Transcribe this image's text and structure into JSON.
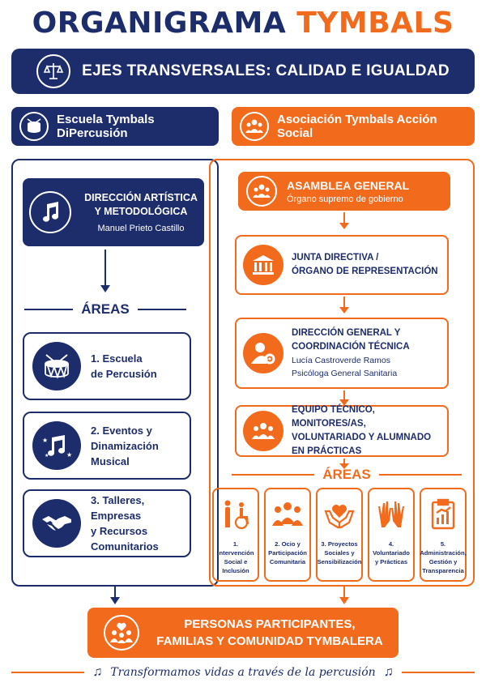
{
  "title": {
    "part1": "ORGANIGRAMA",
    "part2": "TYMBALS"
  },
  "banner": {
    "text": "EJES TRANSVERSALES: CALIDAD E IGUALDAD",
    "icon": "balance-scale-icon"
  },
  "left": {
    "header": "Escuela Tymbals DiPercusión",
    "header_icon": "drum-icon",
    "direction": {
      "line1": "DIRECCIÓN ARTÍSTICA",
      "line2": "Y METODOLÓGICA",
      "person": "Manuel Prieto Castillo",
      "icon": "music-note-icon"
    },
    "areas_label": "ÁREAS",
    "areas": [
      {
        "line1": "1. Escuela",
        "line2": "de Percusión",
        "line3": "",
        "icon": "snare-drum-icon"
      },
      {
        "line1": "2. Eventos y",
        "line2": "Dinamización",
        "line3": "Musical",
        "icon": "music-stars-icon"
      },
      {
        "line1": "3. Talleres, Empresas",
        "line2": "y Recursos",
        "line3": "Comunitarios",
        "icon": "handshake-icon"
      }
    ]
  },
  "right": {
    "header": "Asociación Tymbals Acción Social",
    "header_icon": "people-group-icon",
    "asamblea": {
      "title": "ASAMBLEA GENERAL",
      "subtitle": "Órgano supremo de gobierno"
    },
    "junta": {
      "line1": "JUNTA DIRECTIVA /",
      "line2": "ÓRGANO DE REPRESENTACIÓN"
    },
    "direccion": {
      "line1": "DIRECCIÓN GENERAL Y",
      "line2": "COORDINACIÓN TÉCNICA",
      "person": "Lucía Castroverde Ramos",
      "role": "Psicóloga General Sanitaria"
    },
    "equipo": {
      "line1": "EQUIPO TÉCNICO, MONITORES/AS,",
      "line2": "VOLUNTARIADO Y ALUMNADO",
      "line3": "EN PRÁCTICAS"
    },
    "areas_label": "ÁREAS",
    "areas": [
      {
        "line1": "1. Intervención",
        "line2": "Social e",
        "line3": "Inclusión",
        "icon": "accessibility-icon"
      },
      {
        "line1": "2. Ocio y",
        "line2": "Participación",
        "line3": "Comunitaria",
        "icon": "group-icon"
      },
      {
        "line1": "3. Proyectos",
        "line2": "Sociales y",
        "line3": "Sensibilización",
        "icon": "heart-hands-icon"
      },
      {
        "line1": "4. Voluntariado",
        "line2": "y Prácticas",
        "line3": "",
        "icon": "raised-hands-icon"
      },
      {
        "line1": "5. Administración,",
        "line2": "Gestión y",
        "line3": "Transparencia",
        "icon": "clipboard-chart-icon"
      }
    ]
  },
  "bottom": {
    "line1": "PERSONAS PARTICIPANTES,",
    "line2": "FAMILIAS Y COMUNIDAD TYMBALERA"
  },
  "footer": {
    "slogan": "Transformamos vidas a través de la percusión",
    "note": "♫"
  },
  "colors": {
    "navy": "#1d2d6b",
    "orange": "#f26b1d"
  }
}
